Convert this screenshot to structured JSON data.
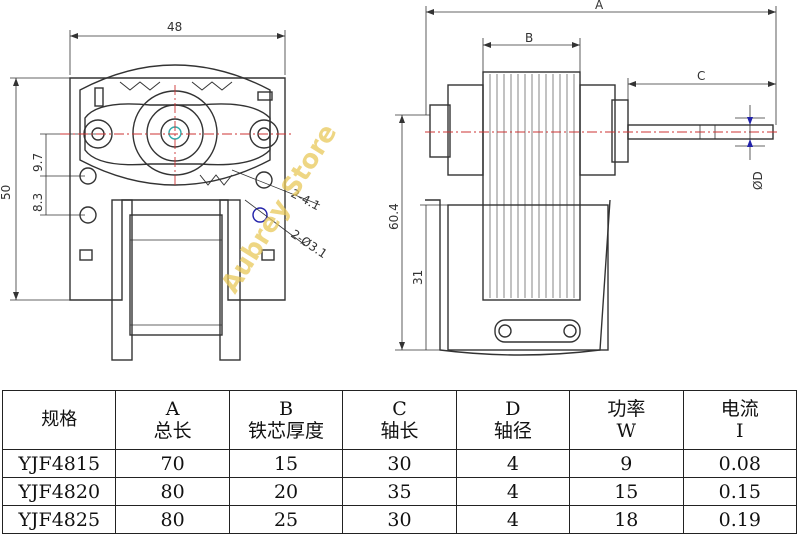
{
  "drawing": {
    "front_view": {
      "dim_width": "48",
      "dim_height": "50",
      "dim_spacing_1": "9.7",
      "dim_spacing_2": "8.3",
      "dim_hole_1": "2-4.1",
      "dim_hole_2": "2-Ø3.1"
    },
    "side_view": {
      "dim_a": "A",
      "dim_b": "B",
      "dim_c": "C",
      "dim_d": "ØD",
      "dim_height": "60.4",
      "dim_lower": "31"
    },
    "watermark": "Aubrey Store"
  },
  "table": {
    "headers": [
      {
        "line1": "规格",
        "line2": ""
      },
      {
        "line1": "A",
        "line2": "总长"
      },
      {
        "line1": "B",
        "line2": "铁芯厚度"
      },
      {
        "line1": "C",
        "line2": "轴长"
      },
      {
        "line1": "D",
        "line2": "轴径"
      },
      {
        "line1": "功率",
        "line2": "W"
      },
      {
        "line1": "电流",
        "line2": "I"
      }
    ],
    "rows": [
      [
        "YJF4815",
        "70",
        "15",
        "30",
        "4",
        "9",
        "0.08"
      ],
      [
        "YJF4820",
        "80",
        "20",
        "35",
        "4",
        "15",
        "0.15"
      ],
      [
        "YJF4825",
        "80",
        "25",
        "30",
        "4",
        "18",
        "0.19"
      ]
    ]
  }
}
